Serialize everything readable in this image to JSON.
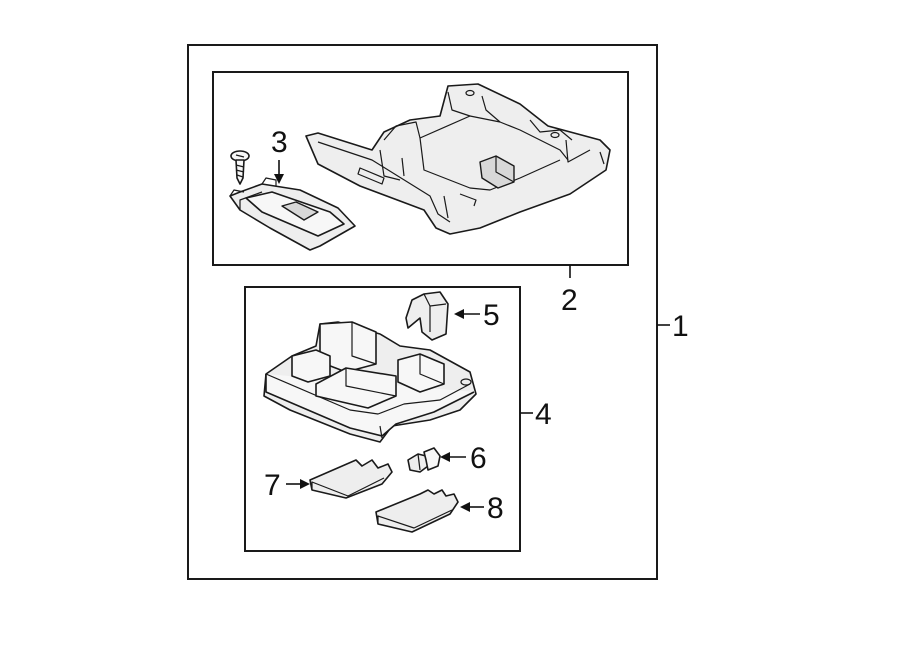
{
  "callouts": {
    "c1": "1",
    "c2": "2",
    "c3": "3",
    "c4": "4",
    "c5": "5",
    "c6": "6",
    "c7": "7",
    "c8": "8"
  },
  "parts": {
    "housing": "overhead-console-housing",
    "screw": "screw",
    "clip_lamp": "map-lamp-assembly",
    "lamp_assembly": "dome-lamp-assembly",
    "clip": "retaining-clip",
    "bulb": "bulb",
    "lens_left": "lens",
    "lens_right": "lens"
  },
  "colors": {
    "line": "#1a1a1a",
    "fill": "#eeeeee",
    "background": "#ffffff"
  }
}
